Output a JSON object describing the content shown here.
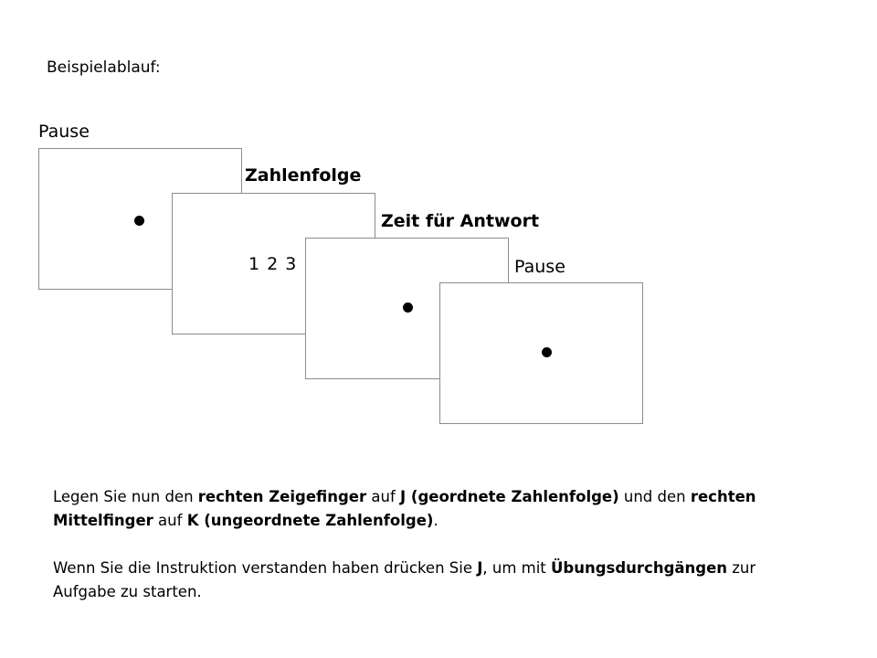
{
  "heading": "Beispielablauf:",
  "diagram": {
    "labels": [
      "Pause",
      "Zahlenfolge",
      "Zeit für Antwort",
      "Pause"
    ],
    "digits": "1 2 3"
  },
  "instructions": {
    "p1": {
      "t1": "Legen Sie nun den ",
      "b1": "rechten Zeigefinger",
      "t2": " auf ",
      "b2": "J (geordnete Zahlenfolge)",
      "t3": " und den ",
      "b3": "rechten Mittelfinger",
      "t4": " auf ",
      "b4": "K (ungeordnete Zahlenfolge)",
      "t5": "."
    },
    "p2": {
      "t1": "Wenn Sie die Instruktion verstanden haben drücken Sie ",
      "b1": "J",
      "t2": ", um mit ",
      "b2": "Übungsdurchgängen",
      "t3": " zur Aufgabe zu starten."
    }
  }
}
